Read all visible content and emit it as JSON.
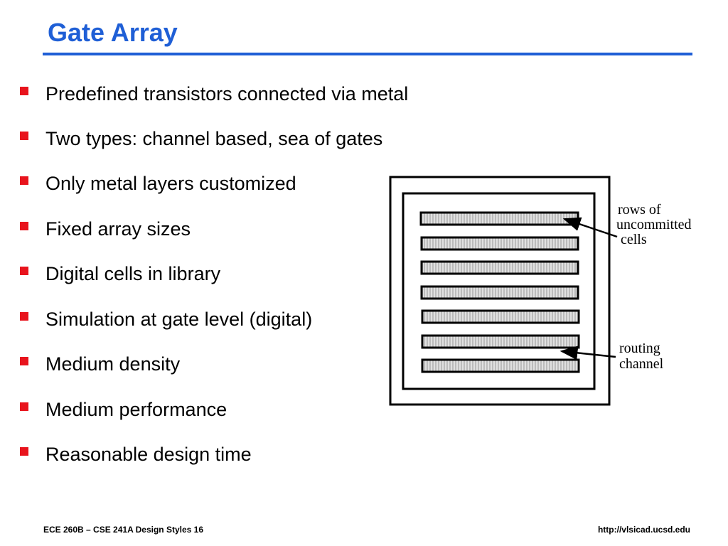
{
  "slide": {
    "title": "Gate Array",
    "accent_color": "#1f5fd6",
    "bullet_color": "#e8141d"
  },
  "bullets": [
    "Predefined transistors connected via metal",
    "Two types: channel based, sea of gates",
    "Only metal layers customized",
    "Fixed array sizes",
    "Digital cells in library",
    "Simulation at gate level (digital)",
    "Medium density",
    "Medium performance",
    "Reasonable design time"
  ],
  "diagram": {
    "label_rows": [
      "rows of",
      "uncommitted",
      "cells"
    ],
    "label_routing": [
      "routing",
      "channel"
    ]
  },
  "footer": {
    "left": "ECE 260B – CSE 241A Design Styles 16",
    "right": "http://vlsicad.ucsd.edu"
  }
}
